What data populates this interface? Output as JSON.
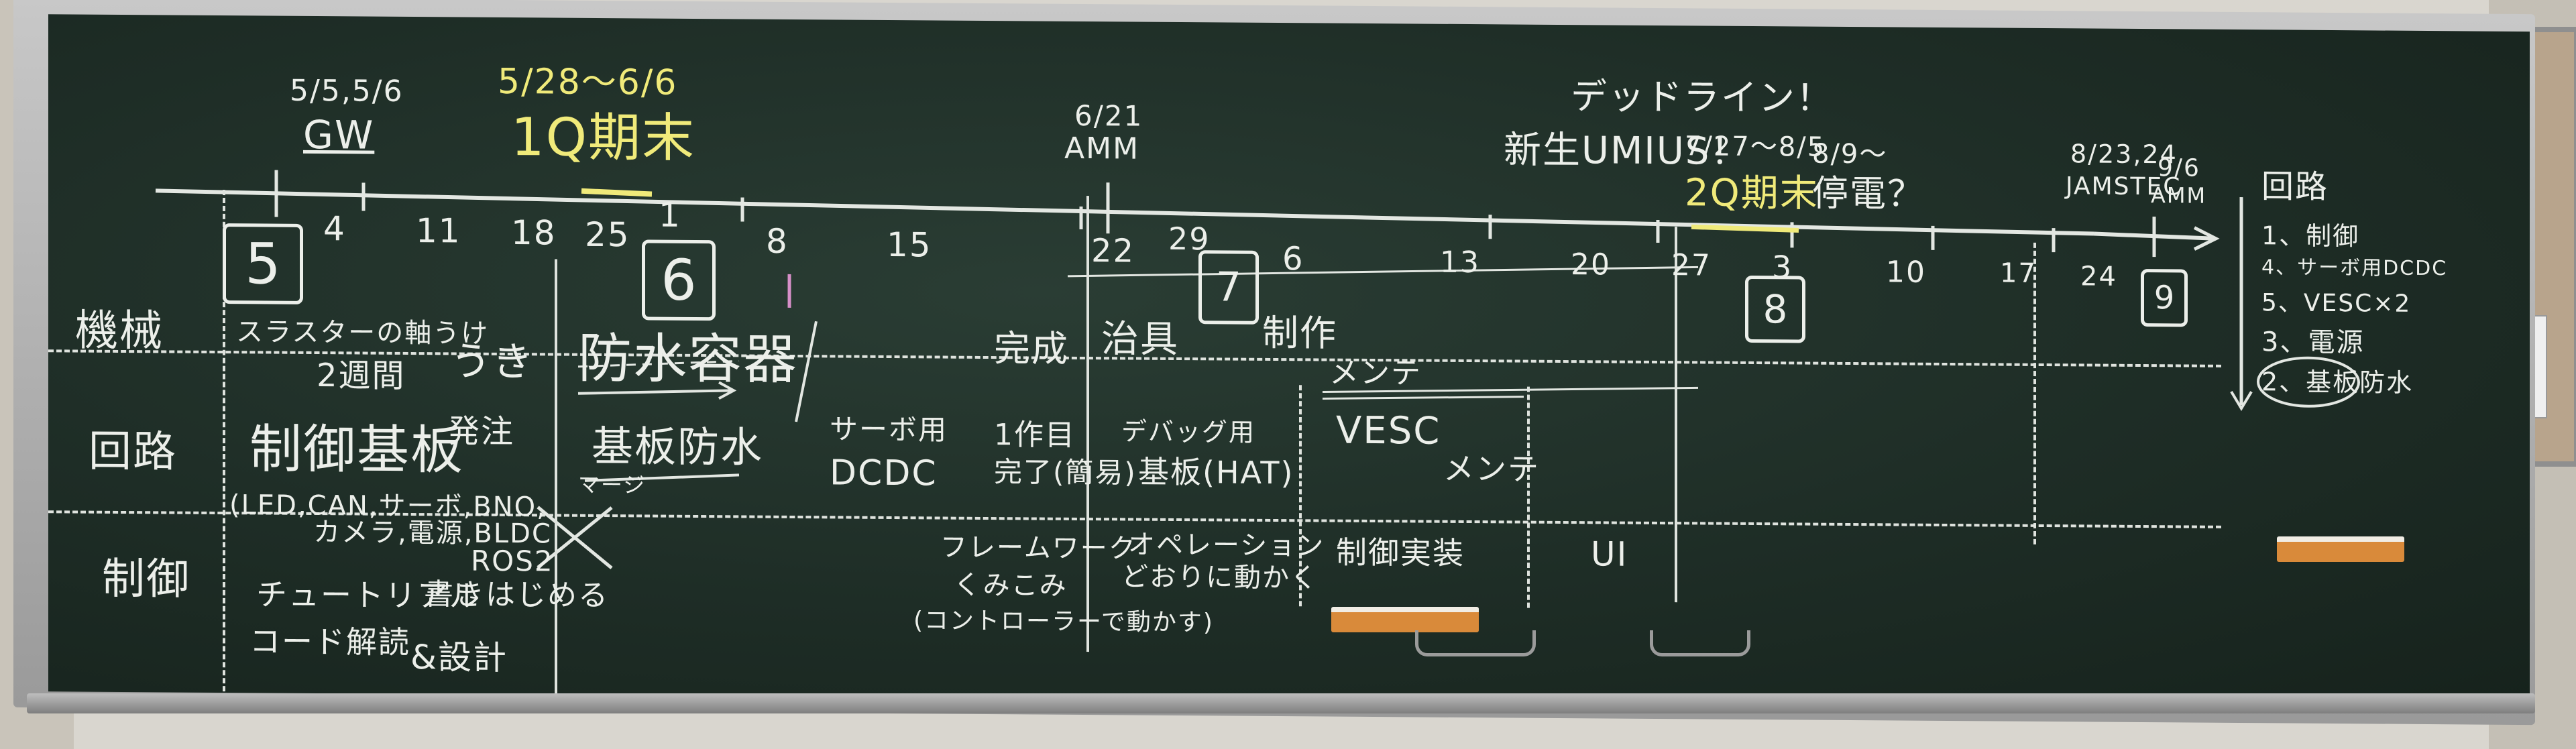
{
  "timeline_top": {
    "gw_dates": "5/5,5/6",
    "gw_label": "GW",
    "q1_dates": "5/28～6/6",
    "q1_label": "1Q期末",
    "amm_jun_date": "6/21",
    "amm_jun_label": "AMM",
    "deadline": "デッドライン！",
    "new_umius": "新生UMIUS！",
    "q2_dates": "7/27～8/5",
    "q2_label": "2Q期末",
    "blackout_date": "8/9～",
    "blackout_label": "停電？",
    "jamstec_dates": "8/23,24",
    "jamstec_label": "JAMSTEC",
    "amm_sep_date": "9/6",
    "amm_sep_label": "AMM"
  },
  "ticks": [
    "4",
    "11",
    "18",
    "25",
    "1",
    "8",
    "15",
    "22",
    "29",
    "6",
    "13",
    "20",
    "27",
    "3",
    "10",
    "17",
    "24"
  ],
  "week_numbers": [
    "5",
    "6",
    "7",
    "8",
    "9"
  ],
  "rows": {
    "mech": "機械",
    "circuit": "回路",
    "control": "制御"
  },
  "mech_tasks": {
    "thruster": "スラスターの軸うけ",
    "two_weeks": "2週間",
    "float": "うき",
    "waterproof": "防水容器",
    "complete": "完成",
    "jig": "治具",
    "make": "制作",
    "maint": "メンテ"
  },
  "circuit_tasks": {
    "ctrl_board": "制御基板",
    "order": "発注",
    "parts": "(LED,CAN,サーボ,BNO,",
    "parts2": "カメラ,電源,BLDC",
    "ros": "ROS2",
    "board_wp": "基板防水",
    "merge": "マージ",
    "servo": "サーボ用",
    "dcdc": "DCDC",
    "done1": "1作目",
    "done2": "完了(簡易)",
    "debug": "デバッグ用",
    "hat": "基板(HAT)",
    "vesc": "VESC",
    "maint": "メンテ"
  },
  "control_tasks": {
    "tutorial": "チュートリアル",
    "code": "コード解読",
    "start": "書きはじめる",
    "design": "&設計",
    "framework": "フレームワーク",
    "integrate": "くみこみ",
    "controller": "(コントローラーで動かす)",
    "operation": "オペレーション",
    "as_planned": "どおりに動かく",
    "impl": "制御実装",
    "ui": "UI"
  },
  "legend": {
    "title": "回路",
    "items": [
      "1、制御",
      "4、サーボ用DCDC",
      "5、VESC×2",
      "3、電源",
      "2、基板防水"
    ]
  }
}
